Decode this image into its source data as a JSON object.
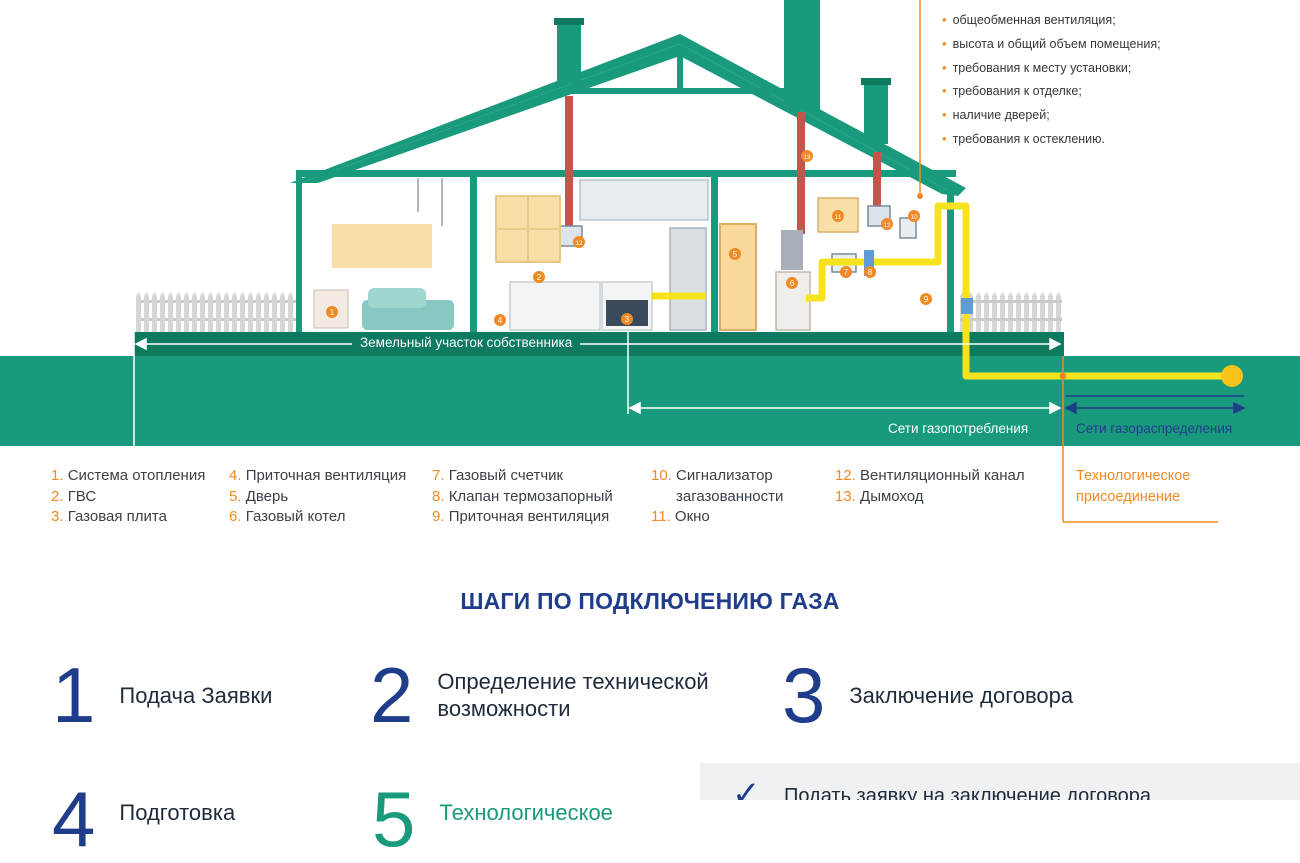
{
  "requirements": [
    "общеобменная вентиляция;",
    "высота и общий объем помещения;",
    "требования к месту установки;",
    "требования к отделке;",
    "наличие дверей;",
    "требования к остеклению."
  ],
  "bands": {
    "owner_plot": "Земельный участок собственника",
    "consumption": "Сети газопотребления",
    "distribution": "Сети газораспределения"
  },
  "markers": [
    "1",
    "2",
    "3",
    "4",
    "5",
    "6",
    "7",
    "8",
    "9",
    "10",
    "11",
    "12",
    "12",
    "13"
  ],
  "legend": [
    {
      "items": [
        {
          "num": "1.",
          "label": "Система отопления"
        },
        {
          "num": "2.",
          "label": "ГВС"
        },
        {
          "num": "3.",
          "label": "Газовая плита"
        }
      ]
    },
    {
      "items": [
        {
          "num": "4.",
          "label": "Приточная вентиляция"
        },
        {
          "num": "5.",
          "label": "Дверь"
        },
        {
          "num": "6.",
          "label": "Газовый котел"
        }
      ]
    },
    {
      "items": [
        {
          "num": "7.",
          "label": "Газовый счетчик"
        },
        {
          "num": "8.",
          "label": "Клапан термозапорный"
        },
        {
          "num": "9.",
          "label": "Приточная вентиляция"
        }
      ]
    },
    {
      "items": [
        {
          "num": "10.",
          "label": "Сигнализатор"
        },
        {
          "num": "",
          "label": "загазованности"
        },
        {
          "num": "11.",
          "label": "Окно"
        }
      ]
    },
    {
      "items": [
        {
          "num": "12.",
          "label": "Вентиляционный канал"
        },
        {
          "num": "13.",
          "label": "Дымоход"
        }
      ]
    }
  ],
  "tech_connection": {
    "line1": "Технологическое",
    "line2": "присоединение"
  },
  "steps_title": "ШАГИ ПО ПОДКЛЮЧЕНИЮ ГАЗА",
  "steps": [
    {
      "num": "1",
      "line1": "Подача Заявки",
      "line2": ""
    },
    {
      "num": "2",
      "line1": "Определение технической",
      "line2": "возможности"
    },
    {
      "num": "3",
      "line1": "Заключение договора",
      "line2": ""
    },
    {
      "num": "4",
      "line1": "Подготовка",
      "line2": ""
    },
    {
      "num": "5",
      "line1": "Технологическое",
      "line2": ""
    }
  ],
  "action_panel": {
    "text": "Подать заявку на заключение договора"
  },
  "colors": {
    "teal": "#1a9a7c",
    "dark_teal": "#0e7a5f",
    "orange": "#f08a24",
    "navy": "#1f3d8a",
    "yellow": "#f6e21e"
  }
}
